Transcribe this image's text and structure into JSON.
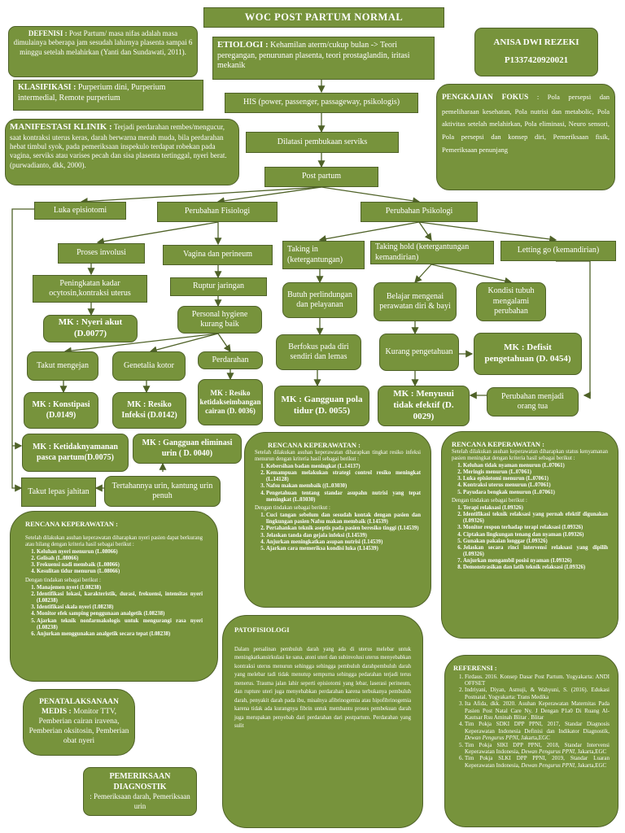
{
  "title": "WOC POST PARTUM NORMAL",
  "author": {
    "name": "ANISA DWI REZEKI",
    "id": "P1337420920021"
  },
  "defenisi": {
    "label": "DEFENISI :",
    "text": "Post Partum/ masa nifas adalah masa dimulainya beberapa jam sesudah lahirnya plasenta sampai 6 minggu setelah melahirkan (Yanti dan Sundawati, 2011)."
  },
  "klasifikasi": {
    "label": "KLASIFIKASI :",
    "text": "Purperium dini, Purperium intermedial, Remote purperium"
  },
  "manifestasi": {
    "label": "MANIFESTASI KLINIK :",
    "text": "Terjadi perdarahan rembes/mengucur, saat kontraksi uterus keras, darah berwarna merah muda, bila perdarahan hebat timbul syok, pada pemeriksaan inspekulo terdapat robekan pada vagina, serviks atau varises pecah dan sisa plasenta tertinggal, nyeri berat. (purwadianto, dkk, 2000)."
  },
  "etiologi": {
    "label": "ETIOLOGI :",
    "text": "Kehamilan aterm/cukup bulan -> Teori peregangan, penurunan plasenta, teori prostaglandin, iritasi mekanik"
  },
  "his": "HIS (power, passenger, passageway, psikologis)",
  "dilatasi": "Dilatasi pembukaan serviks",
  "post_partum": "Post partum",
  "pengkajian": {
    "label": "PENGKAJIAN FOKUS",
    "text": ": Pola persepsi dan pemeliharaan kesehatan, Pola nutrisi dan metabolic, Pola aktivitas setelah melahirkan, Pola eliminasi, Neuro sensori, Pola persepsi dan konsep diri, Pemeriksaan fisik, Pemeriksaan penunjang"
  },
  "nodes": {
    "luka_episiotomi": "Luka episiotomi",
    "perubahan_fisiologi": "Perubahan Fisiologi",
    "perubahan_psikologi": "Perubahan Psikologi",
    "proses_involusi": "Proses involusi",
    "vagina_perineum": "Vagina dan perineum",
    "peningkatan_kadar": "Peningkatan kadar ocytosin,kontraksi uterus",
    "ruptur": "Ruptur jaringan",
    "mk_nyeri": "MK : Nyeri akut (D.0077)",
    "personal_hygiene": "Personal hygiene kurang baik",
    "takut_mengejan": "Takut mengejan",
    "genetalia_kotor": "Genetalia kotor",
    "perdarahan": "Perdarahan",
    "mk_konstipasi": "MK : Konstipasi (D.0149)",
    "mk_infeksi": "MK : Resiko Infeksi (D.0142)",
    "mk_cairan": "MK : Resiko ketidakseimbangan cairan (D. 0036)",
    "taking_in": "Taking in (ketergantungan)",
    "taking_hold": "Taking hold (ketergantungan kemandirian)",
    "letting_go": "Letting go (kemandirian)",
    "butuh_perlindungan": "Butuh perlindungan dan pelayanan",
    "belajar": "Belajar mengenai perawatan diri & bayi",
    "kondisi_tubuh": "Kondisi tubuh mengalami perubahan",
    "berfokus": "Berfokus pada diri sendiri dan lemas",
    "kurang_pengetahuan": "Kurang pengetahuan",
    "mk_defisit": "MK : Defisit pengetahuan (D. 0454)",
    "mk_pola_tidur": "MK : Gangguan pola tidur (D. 0055)",
    "mk_menyusui": "MK : Menyusui tidak efektif (D. 0029)",
    "perubahan_orang_tua": "Perubahan menjadi orang tua",
    "mk_ketidaknyamanan": "MK : Ketidaknyamanan pasca partum(D.0075)",
    "mk_eliminasi": "MK : Gangguan eliminasi urin ( D. 0040)",
    "takut_lepas": "Takut lepas jahitan",
    "tertahannya": "Tertahannya urin, kantung urin penuh"
  },
  "rencana_mid": {
    "label": "RENCANA KEPERAWATAN :",
    "intro": "Setelah dilakukan asuhan keperawatan diharapkan tingkat resiko infeksi menurun dengan kriteria hasil sebagai berikut :",
    "items": [
      "Kebersihan badan meningkat (L.14137)",
      "Kemampuan melakukan strategi control resiko meningkat (L.14128)",
      "Nafsu makan membaik ((L.03030)",
      "Pengetahuan tentang standar asupahn nutrisi yang tepat meningkat (L.03030)"
    ],
    "intro2": "Dengan tindakan sebagai berikut :",
    "items2": [
      "Cuci tangan sebelum dan sesudah kontak dengan pasien dan lingkungan pasien Nafsu makan membaik (I.14539)",
      "Pertahankan teknik aseptis pada pasien beresiko tinggi (I.14539)",
      "Jelaskan tanda dan gejala infeksi (I.14539)",
      "Anjurkan meningkatkan asupan nutrisi (I.14539)",
      "Ajarkan cara memeriksa kondisi luka (I.14539)"
    ]
  },
  "rencana_right": {
    "label": "RENCANA KEPERAWATAN :",
    "intro": "Setelah dilakukan asuhan keperawatan diharapkan status kenyamanan pasien meningkat dengan kriteria hasil sebagai berikut :",
    "items": [
      "Keluhan tidak nyaman menurun (L.07061)",
      "Meringis menurun (L.07061)",
      "Luka episiotomi menurun (L.07061)",
      "Kontraksi uterus menurun (L.07061)",
      "Payudara bengkak menurun (L.07061)"
    ],
    "intro2": "Dengan tindakan sebagai berikut :",
    "items2": [
      "Terapi relaksasi (I.09326)",
      "Identifikasi teknik relaksasi yang pernah efektif digunakan (I.09326)",
      "Monitor respon terhadap terapi relaksasi (I.09326)",
      "Ciptakan lingkungan tenang dan nyaman (I.09326)",
      "Gunakan pakaian longgar (I.09326)",
      "Jelaskan secara rinci intervensi relaksasi yang dipilih (I.09326)",
      "Anjurkan mengambil posisi nyaman (I.09326)",
      "Demonstrasikan dan latih teknik relaksasi (I.09326)"
    ]
  },
  "rencana_left": {
    "label": "RENCANA KEPERAWATAN :",
    "intro": "Setelah dilakukan asuhan keperawatan diharapkan nyeri pasien dapat berkurang atau hilang dengan kriteria hasil sebagai berikut :",
    "items": [
      "Keluhan nyeri menurun (L.08066)",
      "Gelisah (L.08066)",
      "Frekuensi nadi membaik (L.08066)",
      "Kesulitan tidur menurun (L.08066)"
    ],
    "intro2": "Dengan tindakan sebagai berikut :",
    "items2": [
      "Manajemen nyeri (I.08238)",
      "Identifikasi lokasi, karakteristik, durasi, frekuensi, intensitas nyeri (I.08238)",
      "Identifikasi skala nyeri (I.08238)",
      "Monitor efek samping penggunaan analgetik (I.08238)",
      "Ajarkan teknik nonfarmakologis untuk mengurangi rasa nyeri (I.08238)",
      "Anjurkan menggunakan analgetik secara tepat (I.08238)"
    ]
  },
  "patofisiologi": {
    "label": "PATOFISIOLOGI",
    "text": "Dalam persalinan pembuluh darah yang ada di uterus melebar untuk meningkatkansirkulasi ke sana, atoni uteri dan subinvolusi uterus menyebabkan kontraksi uterus menurun sehingga sehingga pembuluh darahpembuluh darah yang melebar tadi tidak menutup sempurna sehingga pedarahan terjadi terus menerus. Trauma jalan lahir seperti episiotomi yang lebar, laserasi perineum, dan rupture uteri juga menyebabkan perdarahan karena terbukanya pembuluh darah, penyakit darah pada ibu, misalnya afibrinogemia atau hipofibrinogemia karena tidak ada kurangnya fibrin untuk membantu proses pembekuan darah juga merupakan penyebab dari perdarahan dari postpartum. Perdarahan yang sulit"
  },
  "penatalaksanaan": {
    "label": "PENATALAKSANAAN MEDIS :",
    "text": "Monitor TTV, Pemberian cairan iravena, Pemberian oksitosin, Pemberian obat nyeri"
  },
  "pemeriksaan": {
    "label": "PEMERIKSAAN DIAGNOSTIK",
    "text": ": Pemeriksaan darah, Pemeriksaan urin"
  },
  "referensi": {
    "label": "REFERENSI :",
    "items": [
      {
        "plain": "Firdaus. 2016. Konsep Dasar Post Partum. Yogyakarta: ANDI OFFSET",
        "ital": ""
      },
      {
        "plain": "Indriyani, Diyan, Asmuji, & Wahyuni, S. (2016). Edukasi Postnatal. Yogyakarta: Trans Medika",
        "ital": ""
      },
      {
        "plain": "Ita Afida, dkk. 2020. Asuhan Keperawatan Maternitas Pada Pasien Post Natal Care Ny. J Dengan P1a0 Di Ruang Al-Kautsar Rsu Aminah Blitar . Blitar",
        "ital": ""
      },
      {
        "plain": "Tim Pokja SDKI DPP PPNI, 2017, Standar Diagnosis Keperawatan Indonesia Definisi dan Indikator Diagnostik,",
        "ital": "Dewan Pengurus PPNI",
        "tail": ", Jakarta,EGC"
      },
      {
        "plain": "Tim Pokja SIKI DPP PPNI, 2018, Standar Intervensi Keperawatan Indonesia,",
        "ital": "Dewan Pengurus PPNI",
        "tail": ", Jakarta,EGC"
      },
      {
        "plain": "Tim Pokja SLKI DPP PPNI, 2019, Standar Luaran Keperawatan Indonesia,",
        "ital": "Dewan Pengurus PPNI",
        "tail": ", Jakarta,EGC"
      }
    ]
  },
  "colors": {
    "box": "#77933c",
    "border": "#4f6228",
    "line": "#4f6228"
  }
}
